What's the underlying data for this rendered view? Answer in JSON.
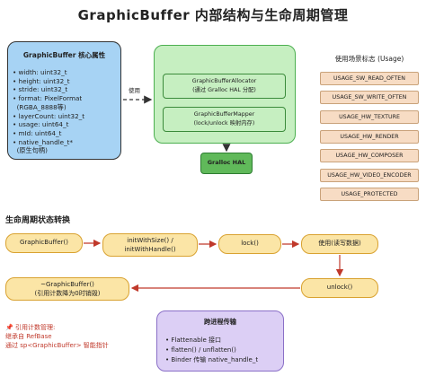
{
  "title": "GraphicBuffer 内部结构与生命周期管理",
  "core": {
    "title": "GraphicBuffer 核心属性",
    "items": [
      "• width: uint32_t",
      "• height: uint32_t",
      "• stride: uint32_t",
      "• format: PixelFormat",
      "  (RGBA_8888等)",
      "• layerCount: uint32_t",
      "• usage: uint64_t",
      "• mId: uint64_t",
      "• native_handle_t*",
      "  (原生句柄)"
    ]
  },
  "use_label": "使用",
  "allocator": {
    "name": "GraphicBufferAllocator",
    "desc": "(通过 Gralloc HAL 分配)"
  },
  "mapper": {
    "name": "GraphicBufferMapper",
    "desc": "(lock/unlock 映射内存)"
  },
  "gralloc": "Gralloc HAL",
  "usage": {
    "title": "使用场景标志 (Usage)",
    "flags": [
      "USAGE_SW_READ_OFTEN",
      "USAGE_SW_WRITE_OFTEN",
      "USAGE_HW_TEXTURE",
      "USAGE_HW_RENDER",
      "USAGE_HW_COMPOSER",
      "USAGE_HW_VIDEO_ENCODER",
      "USAGE_PROTECTED"
    ]
  },
  "lifecycle": {
    "title": "生命周期状态转换",
    "create": "GraphicBuffer()",
    "init_1": "initWithSize() /",
    "init_2": "initWithHandle()",
    "lock": "lock()",
    "use": "使用(读写数据)",
    "unlock": "unlock()",
    "destroy_1": "~GraphicBuffer()",
    "destroy_2": "(引用计数降为0时销毁)"
  },
  "notes": {
    "line1": "📌 引用计数管理:",
    "line2": "继承自 RefBase",
    "line3": "通过 sp<GraphicBuffer> 智能指针"
  },
  "ipc": {
    "title": "跨进程传输",
    "items": [
      "• Flattenable 接口",
      "• flatten() / unflatten()",
      "• Binder 传输 native_handle_t"
    ]
  },
  "colors": {
    "core_bg": "#a7d3f4",
    "allocator_group_bg": "#c6efc1",
    "gralloc_bg": "#60b95a",
    "usage_bg": "#f7dcc4",
    "state_bg": "#fbe5a6",
    "ipc_bg": "#dccff5",
    "note_text": "#c0392b"
  }
}
